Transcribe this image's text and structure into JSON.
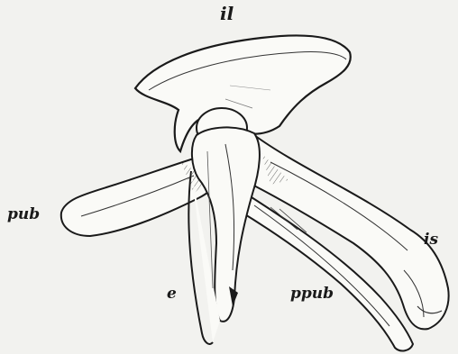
{
  "labels": {
    "ilium": "il",
    "pubis": "pub",
    "ischium": "is",
    "e": "e",
    "prepubis": "ppub"
  }
}
